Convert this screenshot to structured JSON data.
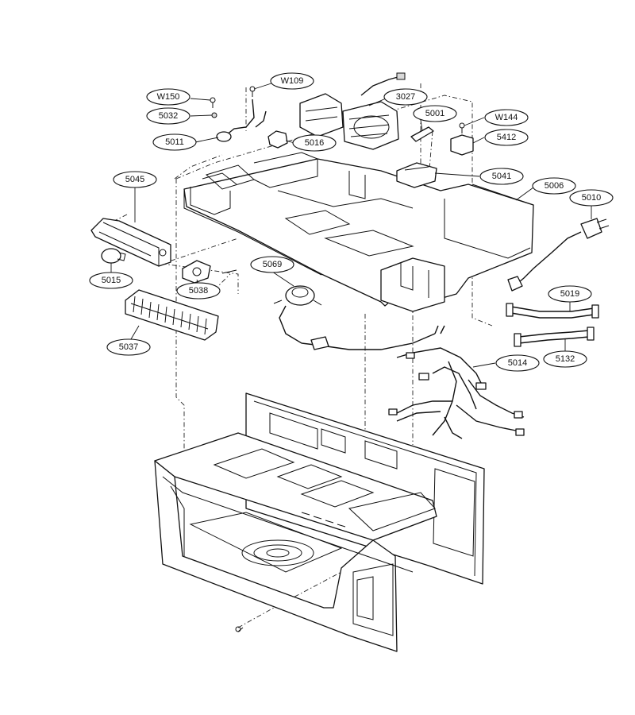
{
  "callouts": [
    {
      "id": "W109",
      "label": "W109"
    },
    {
      "id": "W150",
      "label": "W150"
    },
    {
      "id": "3027",
      "label": "3027"
    },
    {
      "id": "5032",
      "label": "5032"
    },
    {
      "id": "5001",
      "label": "5001"
    },
    {
      "id": "W144",
      "label": "W144"
    },
    {
      "id": "5011",
      "label": "5011"
    },
    {
      "id": "5016",
      "label": "5016"
    },
    {
      "id": "5412",
      "label": "5412"
    },
    {
      "id": "5041",
      "label": "5041"
    },
    {
      "id": "5045",
      "label": "5045"
    },
    {
      "id": "5006",
      "label": "5006"
    },
    {
      "id": "5010",
      "label": "5010"
    },
    {
      "id": "5069",
      "label": "5069"
    },
    {
      "id": "5015",
      "label": "5015"
    },
    {
      "id": "5038",
      "label": "5038"
    },
    {
      "id": "5019",
      "label": "5019"
    },
    {
      "id": "5037",
      "label": "5037"
    },
    {
      "id": "5132",
      "label": "5132"
    },
    {
      "id": "5014",
      "label": "5014"
    }
  ]
}
